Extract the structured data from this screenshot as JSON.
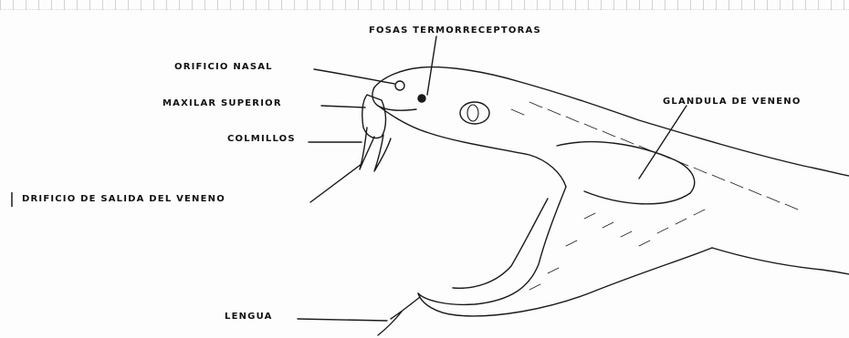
{
  "diagram": {
    "labels": {
      "fosas": "FOSAS TERMORRECEPTORAS",
      "orificio_nasal": "ORIFICIO NASAL",
      "maxilar": "MAXILAR SUPERIOR",
      "colmillos": "COLMILLOS",
      "orificio_salida": "DRIFICIO DE SALIDA DEL VENENO",
      "glandula": "GLANDULA DE VENENO",
      "lengua": "LENGUA"
    },
    "colors": {
      "ink": "#111111",
      "background": "#fdfdfd"
    }
  }
}
